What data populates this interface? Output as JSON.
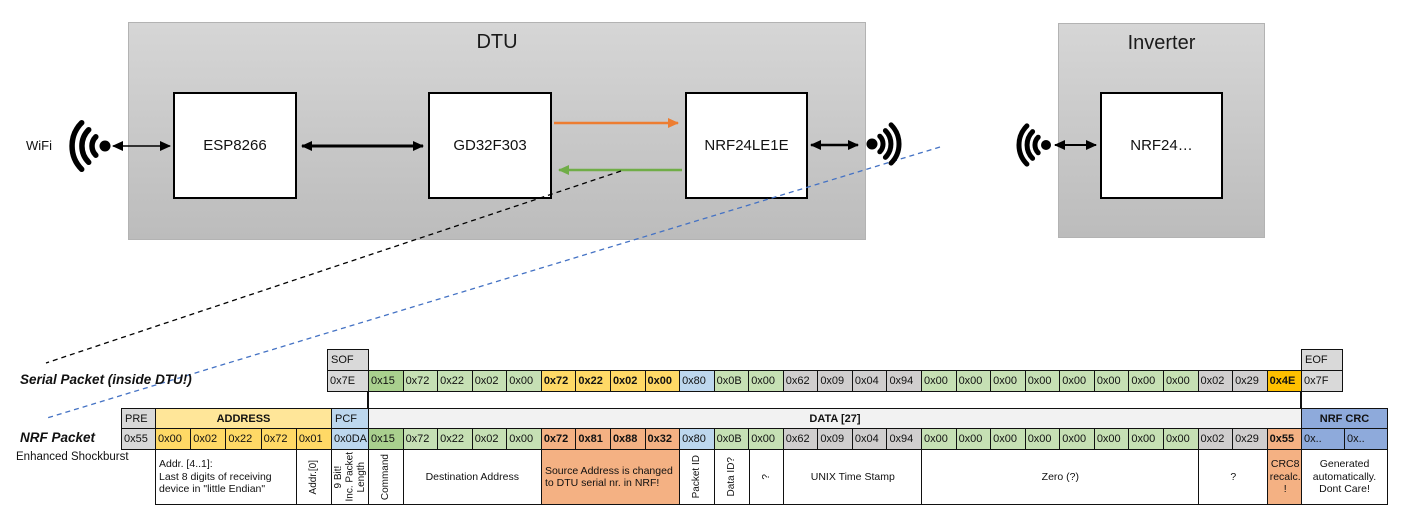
{
  "diagram": {
    "wifi_label": "WiFi",
    "dtu": {
      "title": "DTU",
      "components": [
        "ESP8266",
        "GD32F303",
        "NRF24LE1E"
      ]
    },
    "inverter": {
      "title": "Inverter",
      "components": [
        "NRF24…"
      ]
    },
    "colors": {
      "orange_arrow": "#ED7D31",
      "green_arrow": "#70AD47",
      "serial_callout_dashed": "#000000",
      "nrf_callout_dashed": "#4472C4"
    }
  },
  "serial_packet": {
    "label": "Serial Packet (inside DTU!)",
    "sof": {
      "header": "SOF",
      "value": "0x7E"
    },
    "eof": {
      "header": "EOF",
      "value": "0x7F"
    },
    "bytes": [
      {
        "v": "0x15",
        "c": "gd"
      },
      {
        "v": "0x72",
        "c": "gl"
      },
      {
        "v": "0x22",
        "c": "gl"
      },
      {
        "v": "0x02",
        "c": "gl"
      },
      {
        "v": "0x00",
        "c": "gl"
      },
      {
        "v": "0x72",
        "c": "yb"
      },
      {
        "v": "0x22",
        "c": "yb"
      },
      {
        "v": "0x02",
        "c": "yb"
      },
      {
        "v": "0x00",
        "c": "yb"
      },
      {
        "v": "0x80",
        "c": "bl"
      },
      {
        "v": "0x0B",
        "c": "gl"
      },
      {
        "v": "0x00",
        "c": "gl"
      },
      {
        "v": "0x62",
        "c": "gr"
      },
      {
        "v": "0x09",
        "c": "gr"
      },
      {
        "v": "0x04",
        "c": "gr"
      },
      {
        "v": "0x94",
        "c": "gr"
      },
      {
        "v": "0x00",
        "c": "gl"
      },
      {
        "v": "0x00",
        "c": "gl"
      },
      {
        "v": "0x00",
        "c": "gl"
      },
      {
        "v": "0x00",
        "c": "gl"
      },
      {
        "v": "0x00",
        "c": "gl"
      },
      {
        "v": "0x00",
        "c": "gl"
      },
      {
        "v": "0x00",
        "c": "gl"
      },
      {
        "v": "0x00",
        "c": "gl"
      },
      {
        "v": "0x02",
        "c": "gr"
      },
      {
        "v": "0x29",
        "c": "gr"
      },
      {
        "v": "0x4E",
        "c": "am"
      }
    ]
  },
  "nrf_packet": {
    "label": "NRF Packet",
    "sublabel": "Enhanced Shockburst",
    "pre": {
      "header": "PRE",
      "value": "0x55"
    },
    "address": {
      "header": "ADDRESS",
      "values": [
        "0x00",
        "0x02",
        "0x22",
        "0x72",
        "0x01"
      ]
    },
    "pcf": {
      "header": "PCF",
      "value": "0x0DA"
    },
    "data_header": "DATA [27]",
    "bytes": [
      {
        "v": "0x15",
        "c": "gd"
      },
      {
        "v": "0x72",
        "c": "gl"
      },
      {
        "v": "0x22",
        "c": "gl"
      },
      {
        "v": "0x02",
        "c": "gl"
      },
      {
        "v": "0x00",
        "c": "gl"
      },
      {
        "v": "0x72",
        "c": "sb"
      },
      {
        "v": "0x81",
        "c": "sb"
      },
      {
        "v": "0x88",
        "c": "sb"
      },
      {
        "v": "0x32",
        "c": "sb"
      },
      {
        "v": "0x80",
        "c": "bl"
      },
      {
        "v": "0x0B",
        "c": "gl"
      },
      {
        "v": "0x00",
        "c": "gl"
      },
      {
        "v": "0x62",
        "c": "gr"
      },
      {
        "v": "0x09",
        "c": "gr"
      },
      {
        "v": "0x04",
        "c": "gr"
      },
      {
        "v": "0x94",
        "c": "gr"
      },
      {
        "v": "0x00",
        "c": "gl"
      },
      {
        "v": "0x00",
        "c": "gl"
      },
      {
        "v": "0x00",
        "c": "gl"
      },
      {
        "v": "0x00",
        "c": "gl"
      },
      {
        "v": "0x00",
        "c": "gl"
      },
      {
        "v": "0x00",
        "c": "gl"
      },
      {
        "v": "0x00",
        "c": "gl"
      },
      {
        "v": "0x00",
        "c": "gl"
      },
      {
        "v": "0x02",
        "c": "gr"
      },
      {
        "v": "0x29",
        "c": "gr"
      },
      {
        "v": "0x55",
        "c": "sb"
      }
    ],
    "crc": {
      "header": "NRF CRC",
      "values": [
        "0x..",
        "0x.."
      ]
    }
  },
  "annotations": [
    {
      "id": "addr-4-1",
      "region": "addr4",
      "orientation": "horizontal",
      "align": "left",
      "bg": "white",
      "text": "Addr. [4..1]:\nLast 8 digits of receiving device in \"little Endian\""
    },
    {
      "id": "addr-0",
      "region": "addr0",
      "orientation": "vertical",
      "bg": "white",
      "text": "Addr.[0]"
    },
    {
      "id": "pcf-note",
      "region": "pcf",
      "orientation": "vertical",
      "bg": "white",
      "text": "9 Bit!\nInc. Packet\nLength"
    },
    {
      "id": "command",
      "span": [
        0,
        1
      ],
      "orientation": "vertical",
      "bg": "white",
      "text": "Command"
    },
    {
      "id": "destination-address",
      "span": [
        1,
        4
      ],
      "orientation": "horizontal",
      "bg": "white",
      "text": "Destination Address"
    },
    {
      "id": "source-address",
      "span": [
        5,
        4
      ],
      "orientation": "horizontal",
      "align": "left",
      "bg": "salmon",
      "text": "Source Address is changed to DTU serial nr. in NRF!"
    },
    {
      "id": "packet-id",
      "span": [
        9,
        1
      ],
      "orientation": "vertical",
      "bg": "white",
      "text": "Packet ID"
    },
    {
      "id": "data-id",
      "span": [
        10,
        1
      ],
      "orientation": "vertical",
      "bg": "white",
      "text": "Data ID?"
    },
    {
      "id": "question-vertical",
      "span": [
        11,
        1
      ],
      "orientation": "vertical",
      "bg": "white",
      "text": "?"
    },
    {
      "id": "unix-time-stamp",
      "span": [
        12,
        4
      ],
      "orientation": "horizontal",
      "bg": "white",
      "text": "UNIX Time Stamp"
    },
    {
      "id": "zero",
      "span": [
        16,
        8
      ],
      "orientation": "horizontal",
      "bg": "white",
      "text": "Zero (?)"
    },
    {
      "id": "question-horizontal",
      "span": [
        24,
        2
      ],
      "orientation": "horizontal",
      "bg": "white",
      "text": "?"
    },
    {
      "id": "crc8-recalc",
      "span": [
        26,
        1
      ],
      "orientation": "horizontal",
      "bg": "salmon",
      "text": "CRC8 recalc. !"
    },
    {
      "id": "nrf-crc-note",
      "region": "crc",
      "orientation": "horizontal",
      "bg": "white",
      "text": "Generated automatically. Dont Care!"
    }
  ]
}
